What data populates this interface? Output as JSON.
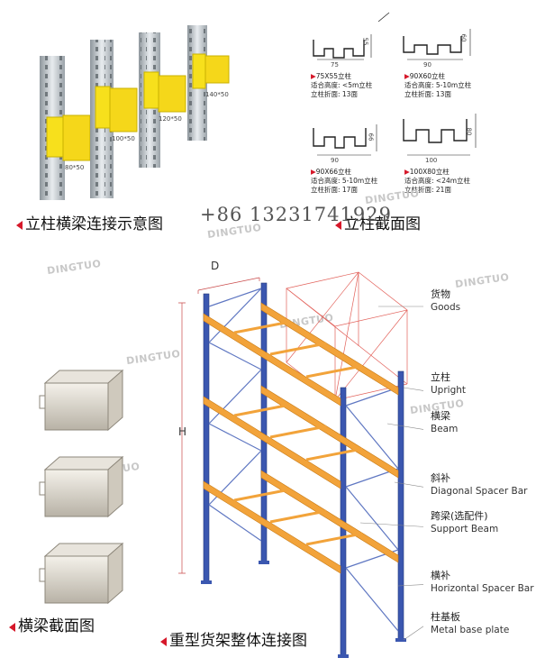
{
  "captions": {
    "upright_beam_connection": "立柱横梁连接示意图",
    "upright_section": "立柱截面图",
    "beam_section": "横梁截面图",
    "overall_connection": "重型货架整体连接图"
  },
  "phone": "+86 13231741929",
  "watermark": "DINGTUO",
  "connector_sizes": [
    "80*50",
    "100*50",
    "120*50",
    "140*50"
  ],
  "upright_profiles": [
    {
      "width": "75",
      "height": "55",
      "name": "75X55立柱",
      "height_range": "适合高度: <5m立柱",
      "folds": "立柱折面: 13面"
    },
    {
      "width": "90",
      "height": "60",
      "name": "90X60立柱",
      "height_range": "适合高度: 5-10m立柱",
      "folds": "立柱折面: 13面"
    },
    {
      "width": "90",
      "height": "66",
      "name": "90X66立柱",
      "height_range": "适合高度: 5-10m立柱",
      "folds": "立柱折面: 17面"
    },
    {
      "width": "100",
      "height": "80",
      "name": "100X80立柱",
      "height_range": "适合高度: <24m立柱",
      "folds": "立柱折面: 21面"
    }
  ],
  "rack_dims": {
    "depth": "D",
    "height": "H"
  },
  "component_labels": [
    {
      "cn": "货物",
      "en": "Goods"
    },
    {
      "cn": "立柱",
      "en": "Upright"
    },
    {
      "cn": "横梁",
      "en": "Beam"
    },
    {
      "cn": "斜补",
      "en": "Diagonal Spacer Bar"
    },
    {
      "cn": "跨梁(选配件)",
      "en": "Support Beam"
    },
    {
      "cn": "横补",
      "en": "Horizontal Spacer Bar"
    },
    {
      "cn": "柱基板",
      "en": "Metal base plate"
    }
  ],
  "colors": {
    "upright": "#3b57b0",
    "beam": "#f2a33a",
    "connector": "#f7e01c",
    "accent": "#d6182a",
    "goods": "#e2615a"
  }
}
